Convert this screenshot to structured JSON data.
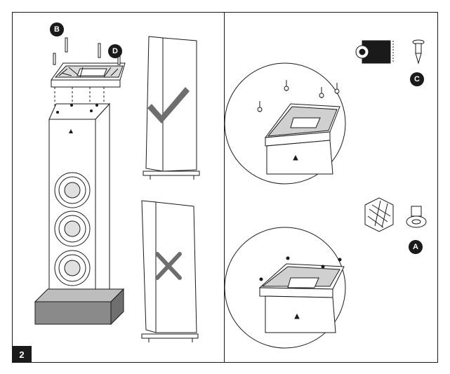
{
  "page": {
    "number": "2"
  },
  "labels": {
    "badge_b": "B",
    "badge_d": "D",
    "badge_c": "C",
    "badge_a": "A"
  },
  "icons": {
    "correct": "checkmark-icon",
    "incorrect": "cross-icon",
    "carpet": "carpet-roll-icon",
    "spike": "spike-icon",
    "hard_floor": "parquet-floor-icon",
    "foot": "rubber-foot-icon"
  },
  "colors": {
    "line": "#1a1a1a",
    "base_fill": "#8a8a8a",
    "badge": "#1a1a1a",
    "check_fill": "#6e6e6e"
  }
}
